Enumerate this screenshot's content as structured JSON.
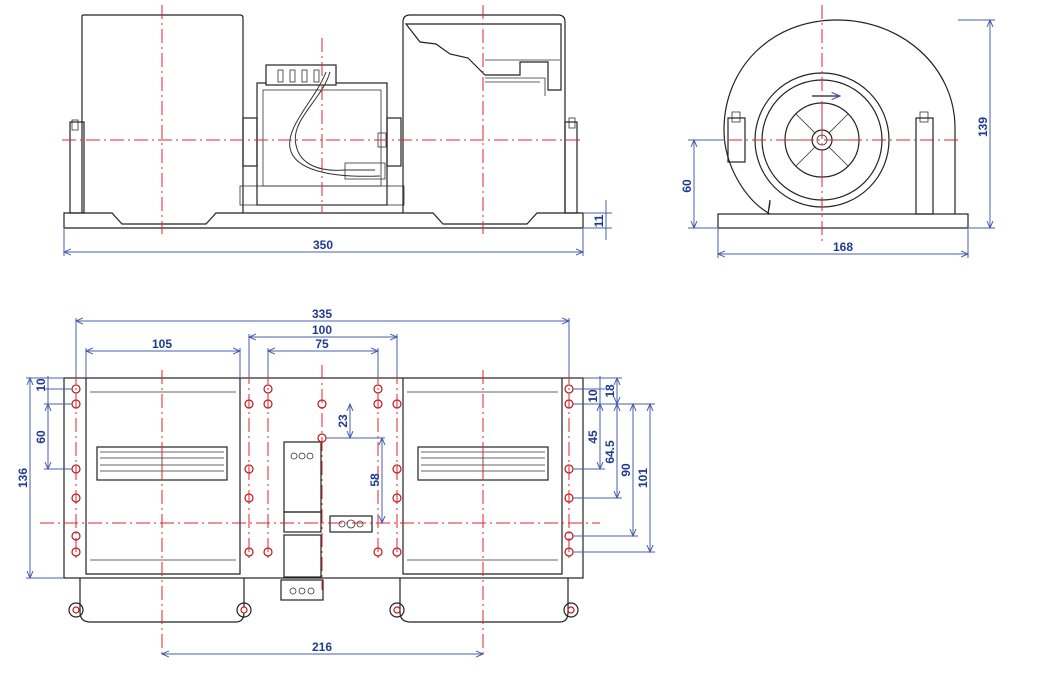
{
  "front_view": {
    "dim_total_length": "350",
    "dim_base_height": "11"
  },
  "side_view": {
    "dim_total_height": "139",
    "dim_shaft_height": "60",
    "dim_total_width": "168"
  },
  "bottom_view": {
    "dim_overall_hole_span": "335",
    "dim_inner_hole_span_100": "100",
    "dim_housing_width": "105",
    "dim_inner_hole_span_75": "75",
    "dim_hole_offset_23": "23",
    "dim_hole_offset_58": "58",
    "dim_left_10": "10",
    "dim_left_60": "60",
    "dim_left_136": "136",
    "dim_right_10": "10",
    "dim_right_18": "18",
    "dim_right_45": "45",
    "dim_right_64_5": "64.5",
    "dim_right_90": "90",
    "dim_right_101": "101",
    "dim_outlet_span": "216"
  }
}
